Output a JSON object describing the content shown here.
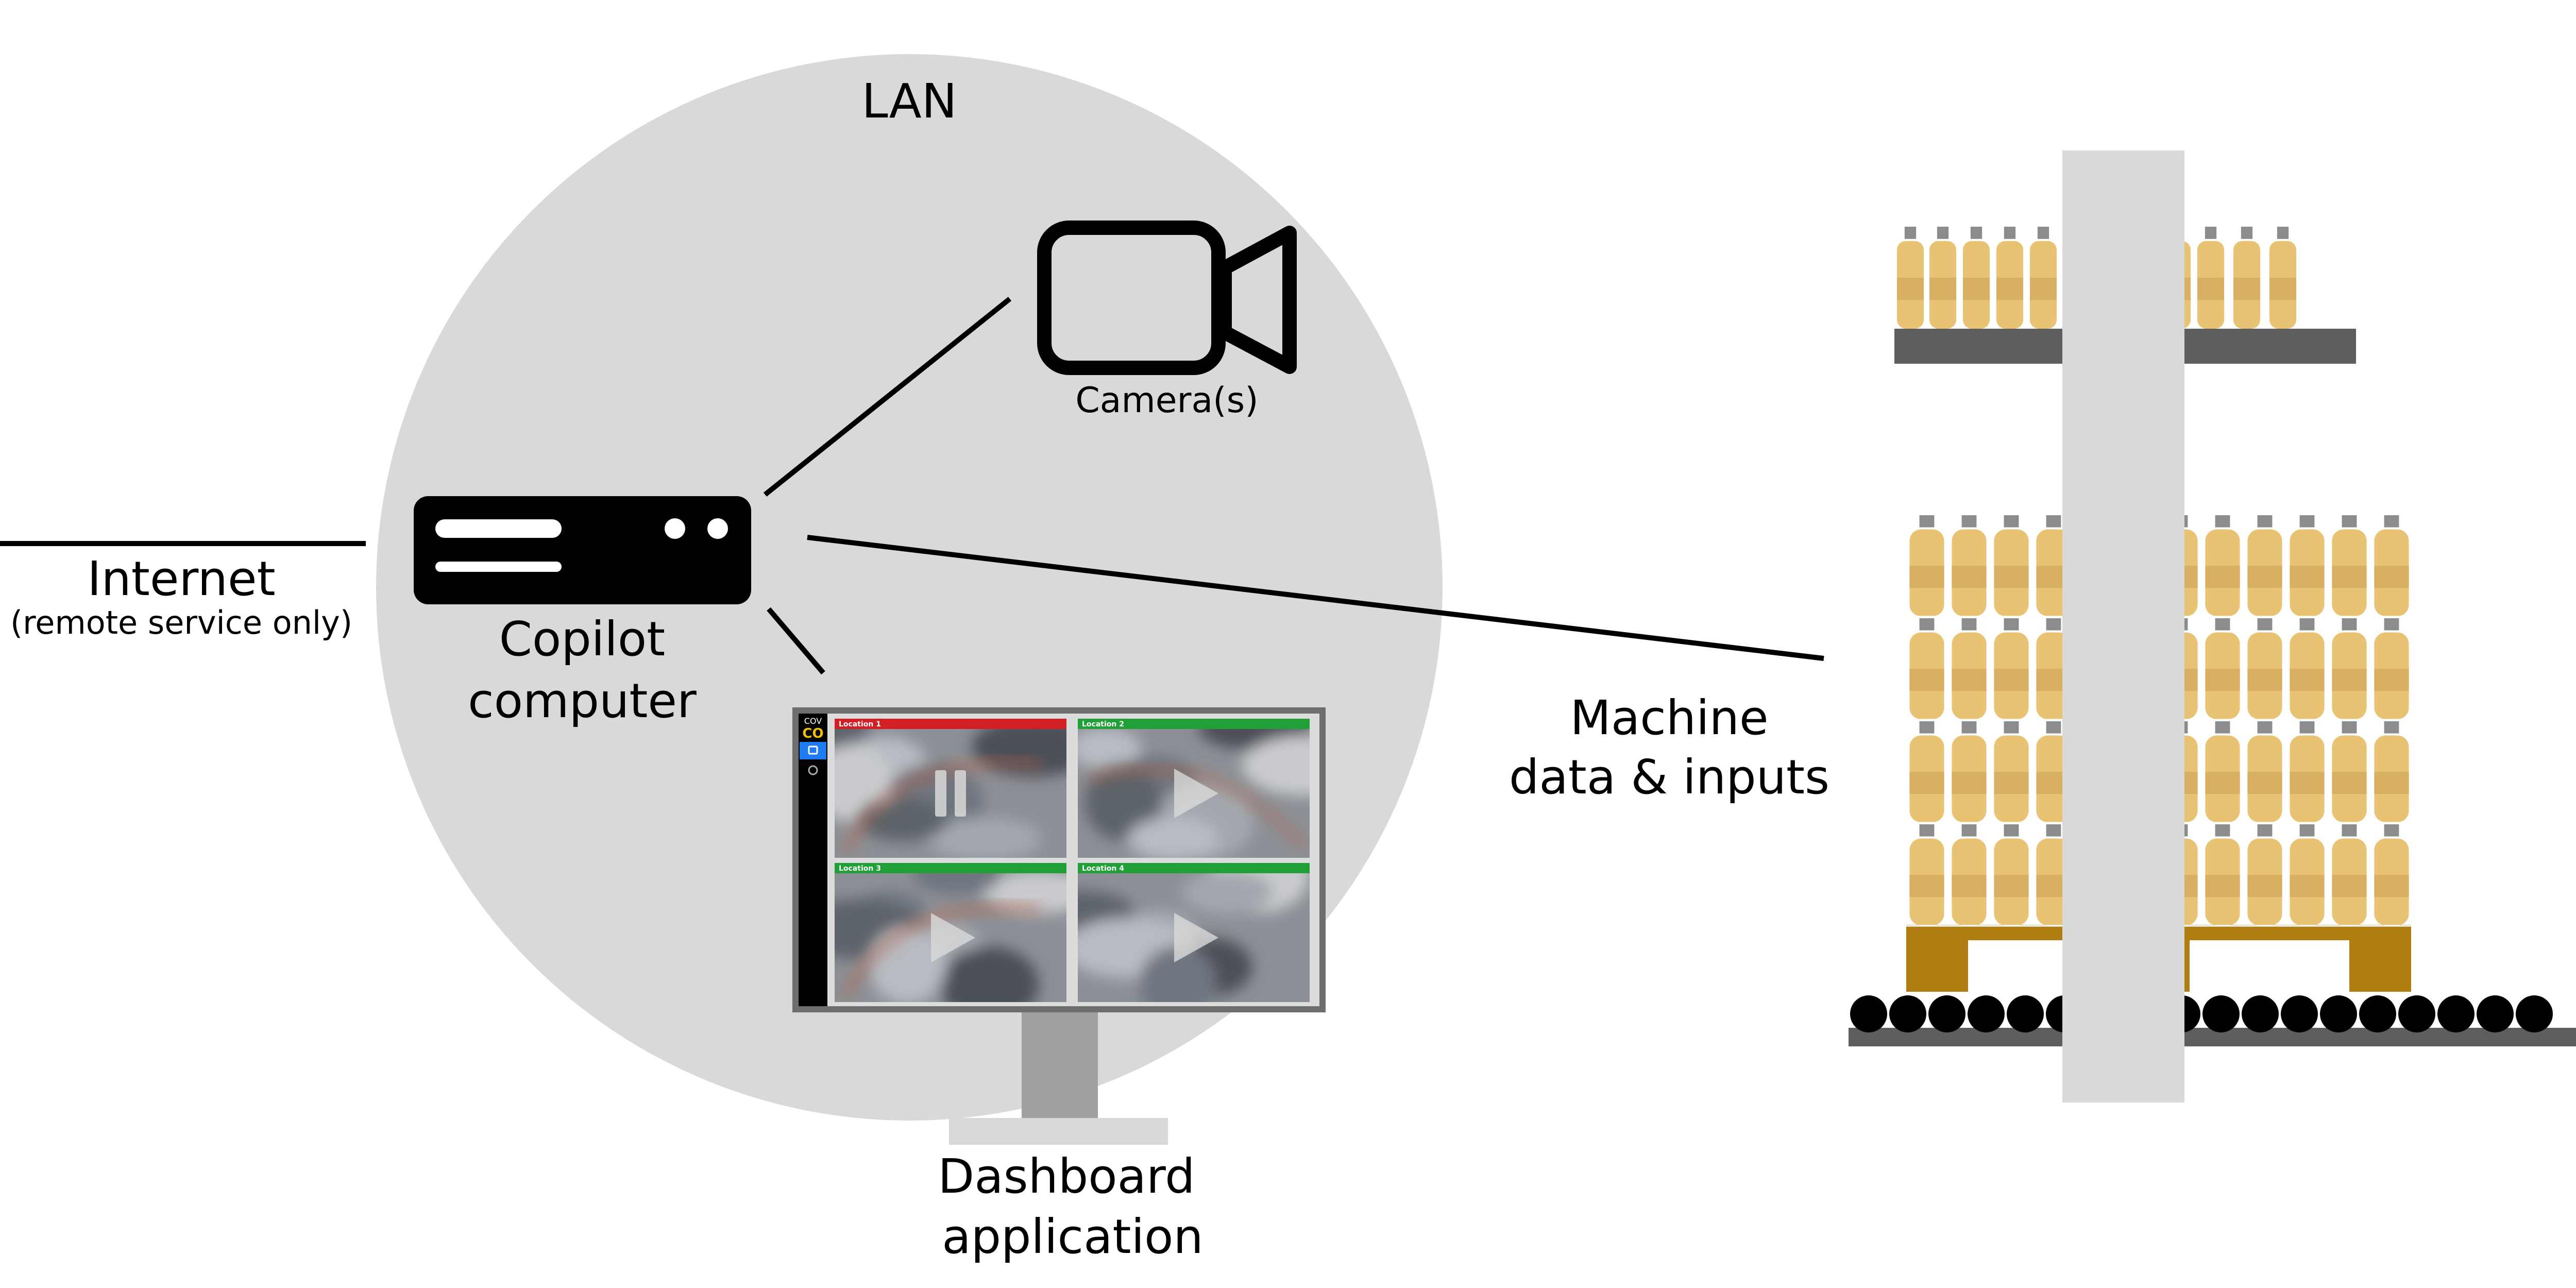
{
  "colors": {
    "background": "#ffffff",
    "lan_zone": "#d9d9d9",
    "ink": "#000000",
    "bottle": "#e8c374",
    "bottle_band": "#d9b061",
    "pallet": "#b07d12",
    "shelf": "#5e5e5e",
    "column": "#d9d9d9",
    "alert_red": "#d21f26",
    "ok_green": "#21a038",
    "monitor_frame": "#6e6e6e",
    "stand": "#a0a0a0",
    "base": "#d9d9d9",
    "accent_blue": "#1e7cf2",
    "logo_yellow": "#f2c200"
  },
  "labels": {
    "lan": "LAN",
    "camera": "Camera(s)",
    "copilot_line1": "Copilot",
    "copilot_line2": "computer",
    "internet": "Internet",
    "internet_note": "(remote service only)",
    "machine_line1": "Machine",
    "machine_line2": "data & inputs",
    "dashboard_line1": "Dashboard",
    "dashboard_line2": "application"
  },
  "icons": {
    "camera": "video-camera-icon",
    "computer": "computer-box-icon",
    "pause": "pause-icon",
    "play": "play-icon",
    "logo": "app-logo-icon"
  },
  "dashboard": {
    "logo_top": "COV",
    "logo_bottom": "CO",
    "tiles": [
      {
        "label": "Location 1",
        "status": "alert",
        "state": "paused"
      },
      {
        "label": "Location 2",
        "status": "ok",
        "state": "playing"
      },
      {
        "label": "Location 3",
        "status": "ok",
        "state": "playing"
      },
      {
        "label": "Location 4",
        "status": "ok",
        "state": "playing"
      }
    ]
  },
  "palletizer": {
    "top_layer_bottles": 12,
    "stack_layers": 4,
    "bottles_per_layer": 12,
    "conveyor_rollers": 18
  }
}
